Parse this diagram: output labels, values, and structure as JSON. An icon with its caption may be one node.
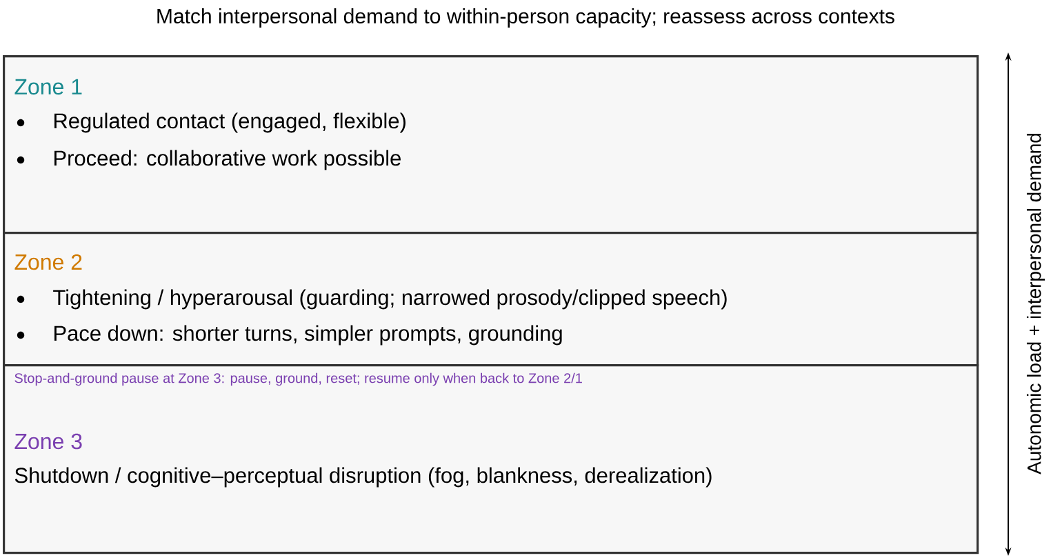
{
  "diagram": {
    "title": "Match interpersonal demand to within-person capacity; reassess across contexts",
    "nodes": [
      {
        "text": [
          "Zone 1",
          "Regulated contact (engaged, flexible)",
          "Proceed: collaborative work possible"
        ]
      },
      {
        "text": [
          "Zone 2",
          "Tightening / hyperarousal (guarding; narrowed prosody/clipped speech)",
          "Pace down: shorter turns, simpler prompts, grounding"
        ]
      },
      {
        "text": [
          "Stop-and-ground pause at Zone 3: pause, ground, reset; resume only when back to Zone 2/1",
          "Zone 3",
          "Shutdown / cognitive–perceptual disruption (fog, blankness, derealization)"
        ]
      }
    ],
    "edges": [],
    "labels": [
      "Autonomic load + interpersonal demand"
    ]
  }
}
